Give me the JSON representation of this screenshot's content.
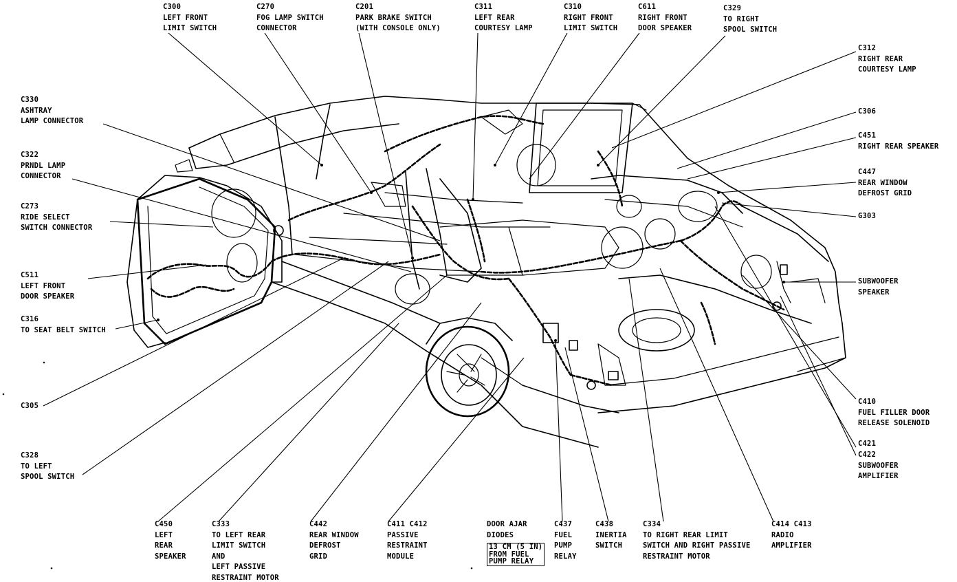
{
  "labels": [
    {
      "id": "c300",
      "lines": [
        "C300",
        "LEFT FRONT",
        "LIMIT SWITCH"
      ]
    },
    {
      "id": "c270",
      "lines": [
        "C270",
        "FOG LAMP SWITCH",
        "CONNECTOR"
      ]
    },
    {
      "id": "c201",
      "lines": [
        "C201",
        "PARK BRAKE SWITCH",
        "(WITH CONSOLE ONLY)"
      ]
    },
    {
      "id": "c311",
      "lines": [
        "C311",
        "LEFT REAR",
        "COURTESY LAMP"
      ]
    },
    {
      "id": "c310",
      "lines": [
        "C310",
        "RIGHT FRONT",
        "LIMIT SWITCH"
      ]
    },
    {
      "id": "c611",
      "lines": [
        "C611",
        "RIGHT FRONT",
        "DOOR SPEAKER"
      ]
    },
    {
      "id": "c329",
      "lines": [
        "C329",
        "TO RIGHT",
        "SPOOL SWITCH"
      ]
    },
    {
      "id": "c312",
      "lines": [
        "C312",
        "RIGHT REAR",
        "COURTESY LAMP"
      ]
    },
    {
      "id": "c306",
      "lines": [
        "C306"
      ]
    },
    {
      "id": "c451",
      "lines": [
        "C451",
        "RIGHT REAR SPEAKER"
      ]
    },
    {
      "id": "c447",
      "lines": [
        "C447",
        "REAR WINDOW",
        "DEFROST GRID"
      ]
    },
    {
      "id": "g303",
      "lines": [
        "G303"
      ]
    },
    {
      "id": "subwoofer-speaker",
      "lines": [
        "SUBWOOFER",
        "SPEAKER"
      ]
    },
    {
      "id": "c410",
      "lines": [
        "C410",
        "FUEL FILLER DOOR",
        "RELEASE SOLENOID"
      ]
    },
    {
      "id": "c421",
      "lines": [
        "C421"
      ]
    },
    {
      "id": "c422",
      "lines": [
        "C422",
        "SUBWOOFER",
        "AMPLIFIER"
      ]
    },
    {
      "id": "c414",
      "lines": [
        "C414 C413",
        "RADIO",
        "AMPLIFIER"
      ]
    },
    {
      "id": "c334",
      "lines": [
        "C334",
        "TO RIGHT REAR LIMIT",
        "SWITCH AND RIGHT PASSIVE",
        "RESTRAINT MOTOR"
      ]
    },
    {
      "id": "c438",
      "lines": [
        "C438",
        "INERTIA",
        "SWITCH"
      ]
    },
    {
      "id": "c437",
      "lines": [
        "C437",
        "FUEL",
        "PUMP",
        "RELAY"
      ]
    },
    {
      "id": "door-ajar",
      "lines": [
        "DOOR AJAR",
        "DIODES"
      ]
    },
    {
      "id": "c411",
      "lines": [
        "C411 C412",
        "PASSIVE",
        "RESTRAINT",
        "MODULE"
      ]
    },
    {
      "id": "c442",
      "lines": [
        "C442",
        "REAR WINDOW",
        "DEFROST",
        "GRID"
      ]
    },
    {
      "id": "c333",
      "lines": [
        "C333",
        "TO LEFT REAR",
        "LIMIT SWITCH",
        "AND",
        "LEFT PASSIVE",
        "RESTRAINT MOTOR"
      ]
    },
    {
      "id": "c450",
      "lines": [
        "C450",
        "LEFT",
        "REAR",
        "SPEAKER"
      ]
    },
    {
      "id": "c328",
      "lines": [
        "C328",
        "TO LEFT",
        "SPOOL SWITCH"
      ]
    },
    {
      "id": "c305",
      "lines": [
        "C305"
      ]
    },
    {
      "id": "c316",
      "lines": [
        "C316",
        "TO SEAT BELT SWITCH"
      ]
    },
    {
      "id": "c511",
      "lines": [
        "C511",
        "LEFT FRONT",
        "DOOR SPEAKER"
      ]
    },
    {
      "id": "c273",
      "lines": [
        "C273",
        "RIDE SELECT",
        "SWITCH CONNECTOR"
      ]
    },
    {
      "id": "c322",
      "lines": [
        "C322",
        "PRNDL LAMP",
        "CONNECTOR"
      ]
    },
    {
      "id": "c330",
      "lines": [
        "C330",
        "ASHTRAY",
        "LAMP CONNECTOR"
      ]
    }
  ],
  "door_ajar_note": [
    "13 CM (5 IN)",
    "FROM FUEL",
    "PUMP RELAY"
  ]
}
